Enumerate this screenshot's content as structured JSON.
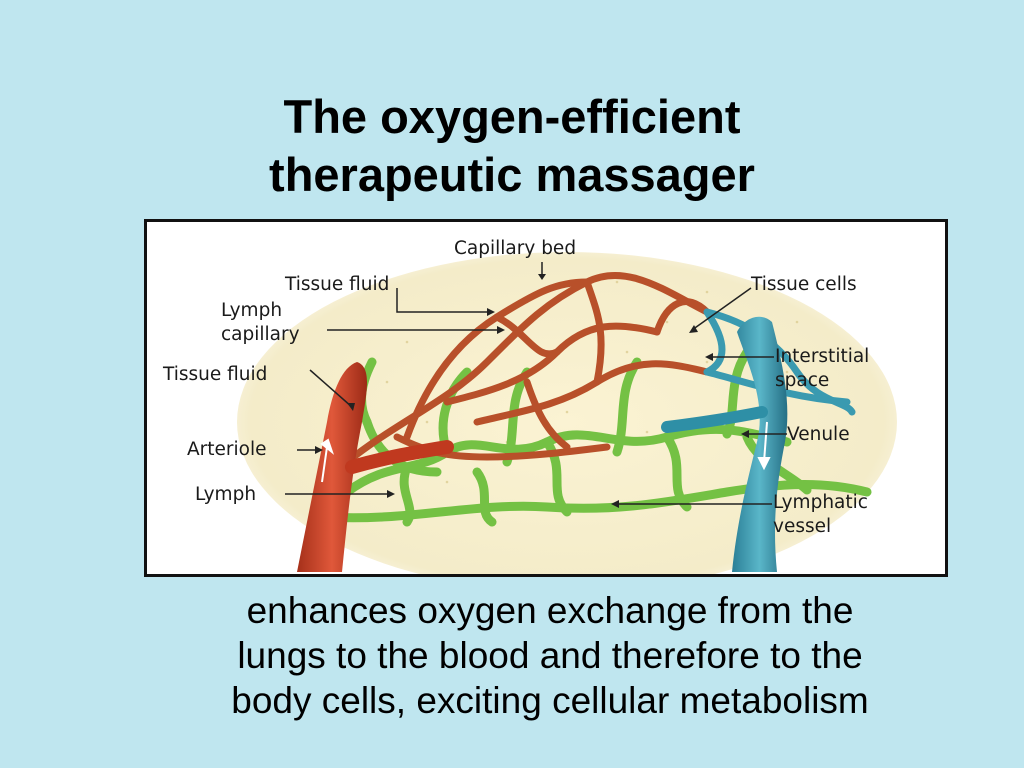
{
  "title": {
    "line1": "The oxygen-efficient",
    "line2": "therapeutic massager"
  },
  "diagram": {
    "labels": {
      "capillary_bed": "Capillary bed",
      "tissue_fluid_top": "Tissue fluid",
      "tissue_cells": "Tissue cells",
      "lymph_capillary_line1": "Lymph",
      "lymph_capillary_line2": "capillary",
      "interstitial_line1": "Interstitial",
      "interstitial_line2": "space",
      "tissue_fluid_left": "Tissue fluid",
      "arteriole": "Arteriole",
      "venule": "Venule",
      "lymph": "Lymph",
      "lymphatic_line1": "Lymphatic",
      "lymphatic_line2": "vessel"
    },
    "colors": {
      "arteriole": "#c0391f",
      "capillary": "#b8502a",
      "venule": "#2e8fa6",
      "lymph": "#74c144",
      "tissue": "#f7efc8"
    }
  },
  "caption": {
    "line1": "enhances oxygen exchange from the",
    "line2": "lungs to the blood and therefore to the",
    "line3": "body cells, exciting cellular metabolism"
  }
}
